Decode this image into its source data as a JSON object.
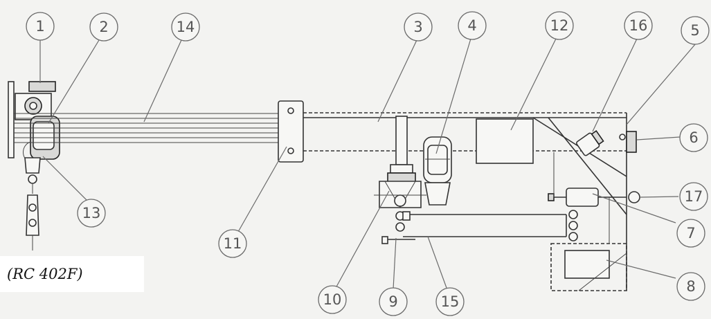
{
  "model_label": "(RC 402F)",
  "callouts": [
    "1",
    "2",
    "14",
    "3",
    "4",
    "12",
    "16",
    "5",
    "6",
    "17",
    "7",
    "8",
    "13",
    "11",
    "10",
    "9",
    "15"
  ]
}
